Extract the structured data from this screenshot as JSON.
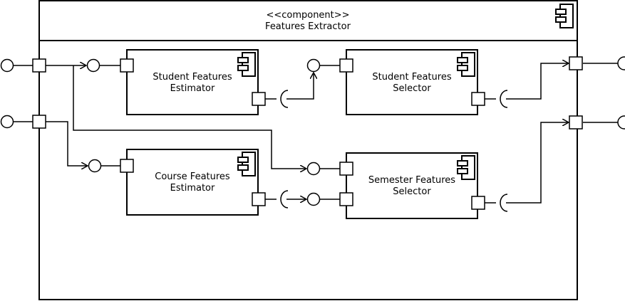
{
  "container": {
    "stereotype": "<<component>>",
    "name": "Features Extractor"
  },
  "components": {
    "student_features_estimator": {
      "line1": "Student Features",
      "line2": "Estimator"
    },
    "student_features_selector": {
      "line1": "Student Features",
      "line2": "Selector"
    },
    "course_features_estimator": {
      "line1": "Course Features",
      "line2": "Estimator"
    },
    "semester_features_selector": {
      "line1": "Semester Features",
      "line2": "Selector"
    }
  },
  "icons": {
    "component": "component-icon",
    "provided_interface": "lollipop-icon",
    "required_interface": "socket-icon",
    "port": "port-square"
  },
  "colors": {
    "stroke": "#000000",
    "fill": "#ffffff"
  }
}
